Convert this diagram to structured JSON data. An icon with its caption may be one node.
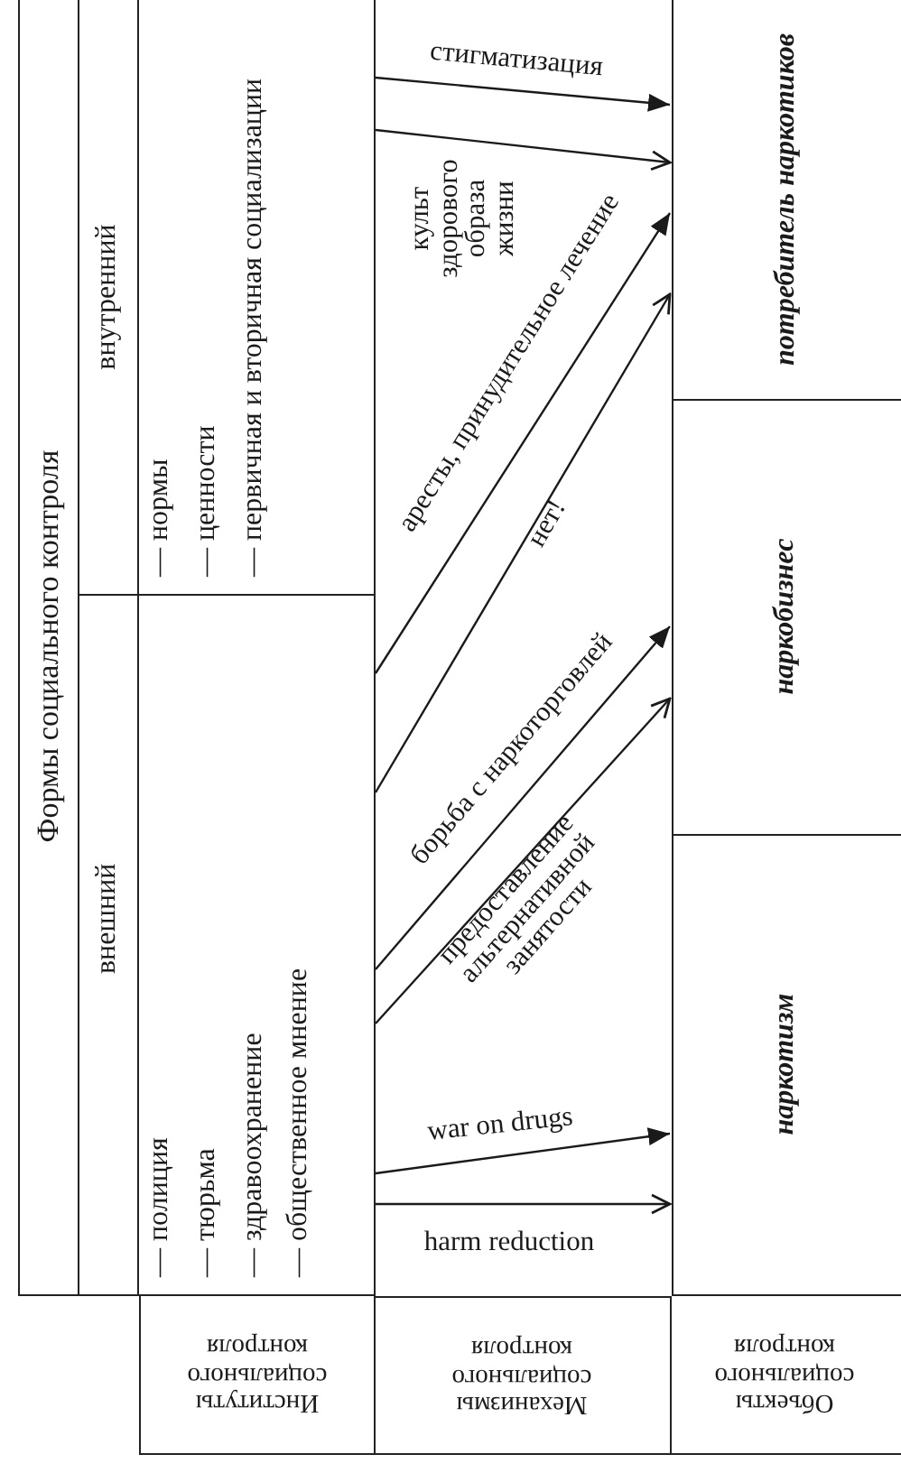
{
  "diagram": {
    "nodes": [
      {
        "text": [
          "Формы социального контроля"
        ]
      },
      {
        "text": [
          "внутренний"
        ]
      },
      {
        "text": [
          "внешний"
        ]
      },
      {
        "text": [
          "— нормы",
          "— ценности",
          "— первичная и вторичная социализации"
        ]
      },
      {
        "text": [
          "— полиция",
          "— тюрьма",
          "— здравоохранение",
          "— общественное мнение"
        ]
      },
      {
        "text": [
          "потребитель наркотиков"
        ]
      },
      {
        "text": [
          "наркобизнес"
        ]
      },
      {
        "text": [
          "наркотизм"
        ]
      },
      {
        "text": [
          "Институты социального контроля"
        ]
      },
      {
        "text": [
          "Механизмы социального контроля"
        ]
      },
      {
        "text": [
          "Объекты социального контроля"
        ]
      }
    ],
    "edges": [
      {
        "from": 3,
        "to": 5,
        "arrow": "to",
        "label": "стигматизация"
      },
      {
        "from": 3,
        "to": 5,
        "arrow": "to",
        "label": "культ здорового образа жизни"
      },
      {
        "from": 4,
        "to": 5,
        "arrow": "to",
        "label": "аресты, принудительное лечение"
      },
      {
        "from": 4,
        "to": 5,
        "arrow": "to",
        "label": "нет!"
      },
      {
        "from": 4,
        "to": 6,
        "arrow": "to",
        "label": "борьба с наркоторговлей"
      },
      {
        "from": 4,
        "to": 6,
        "arrow": "to",
        "label": "предоставление альтернативной занятости"
      },
      {
        "from": 4,
        "to": 7,
        "arrow": "to",
        "label": "war on drugs"
      },
      {
        "from": 4,
        "to": 7,
        "arrow": "to",
        "label": "harm reduction"
      }
    ]
  }
}
